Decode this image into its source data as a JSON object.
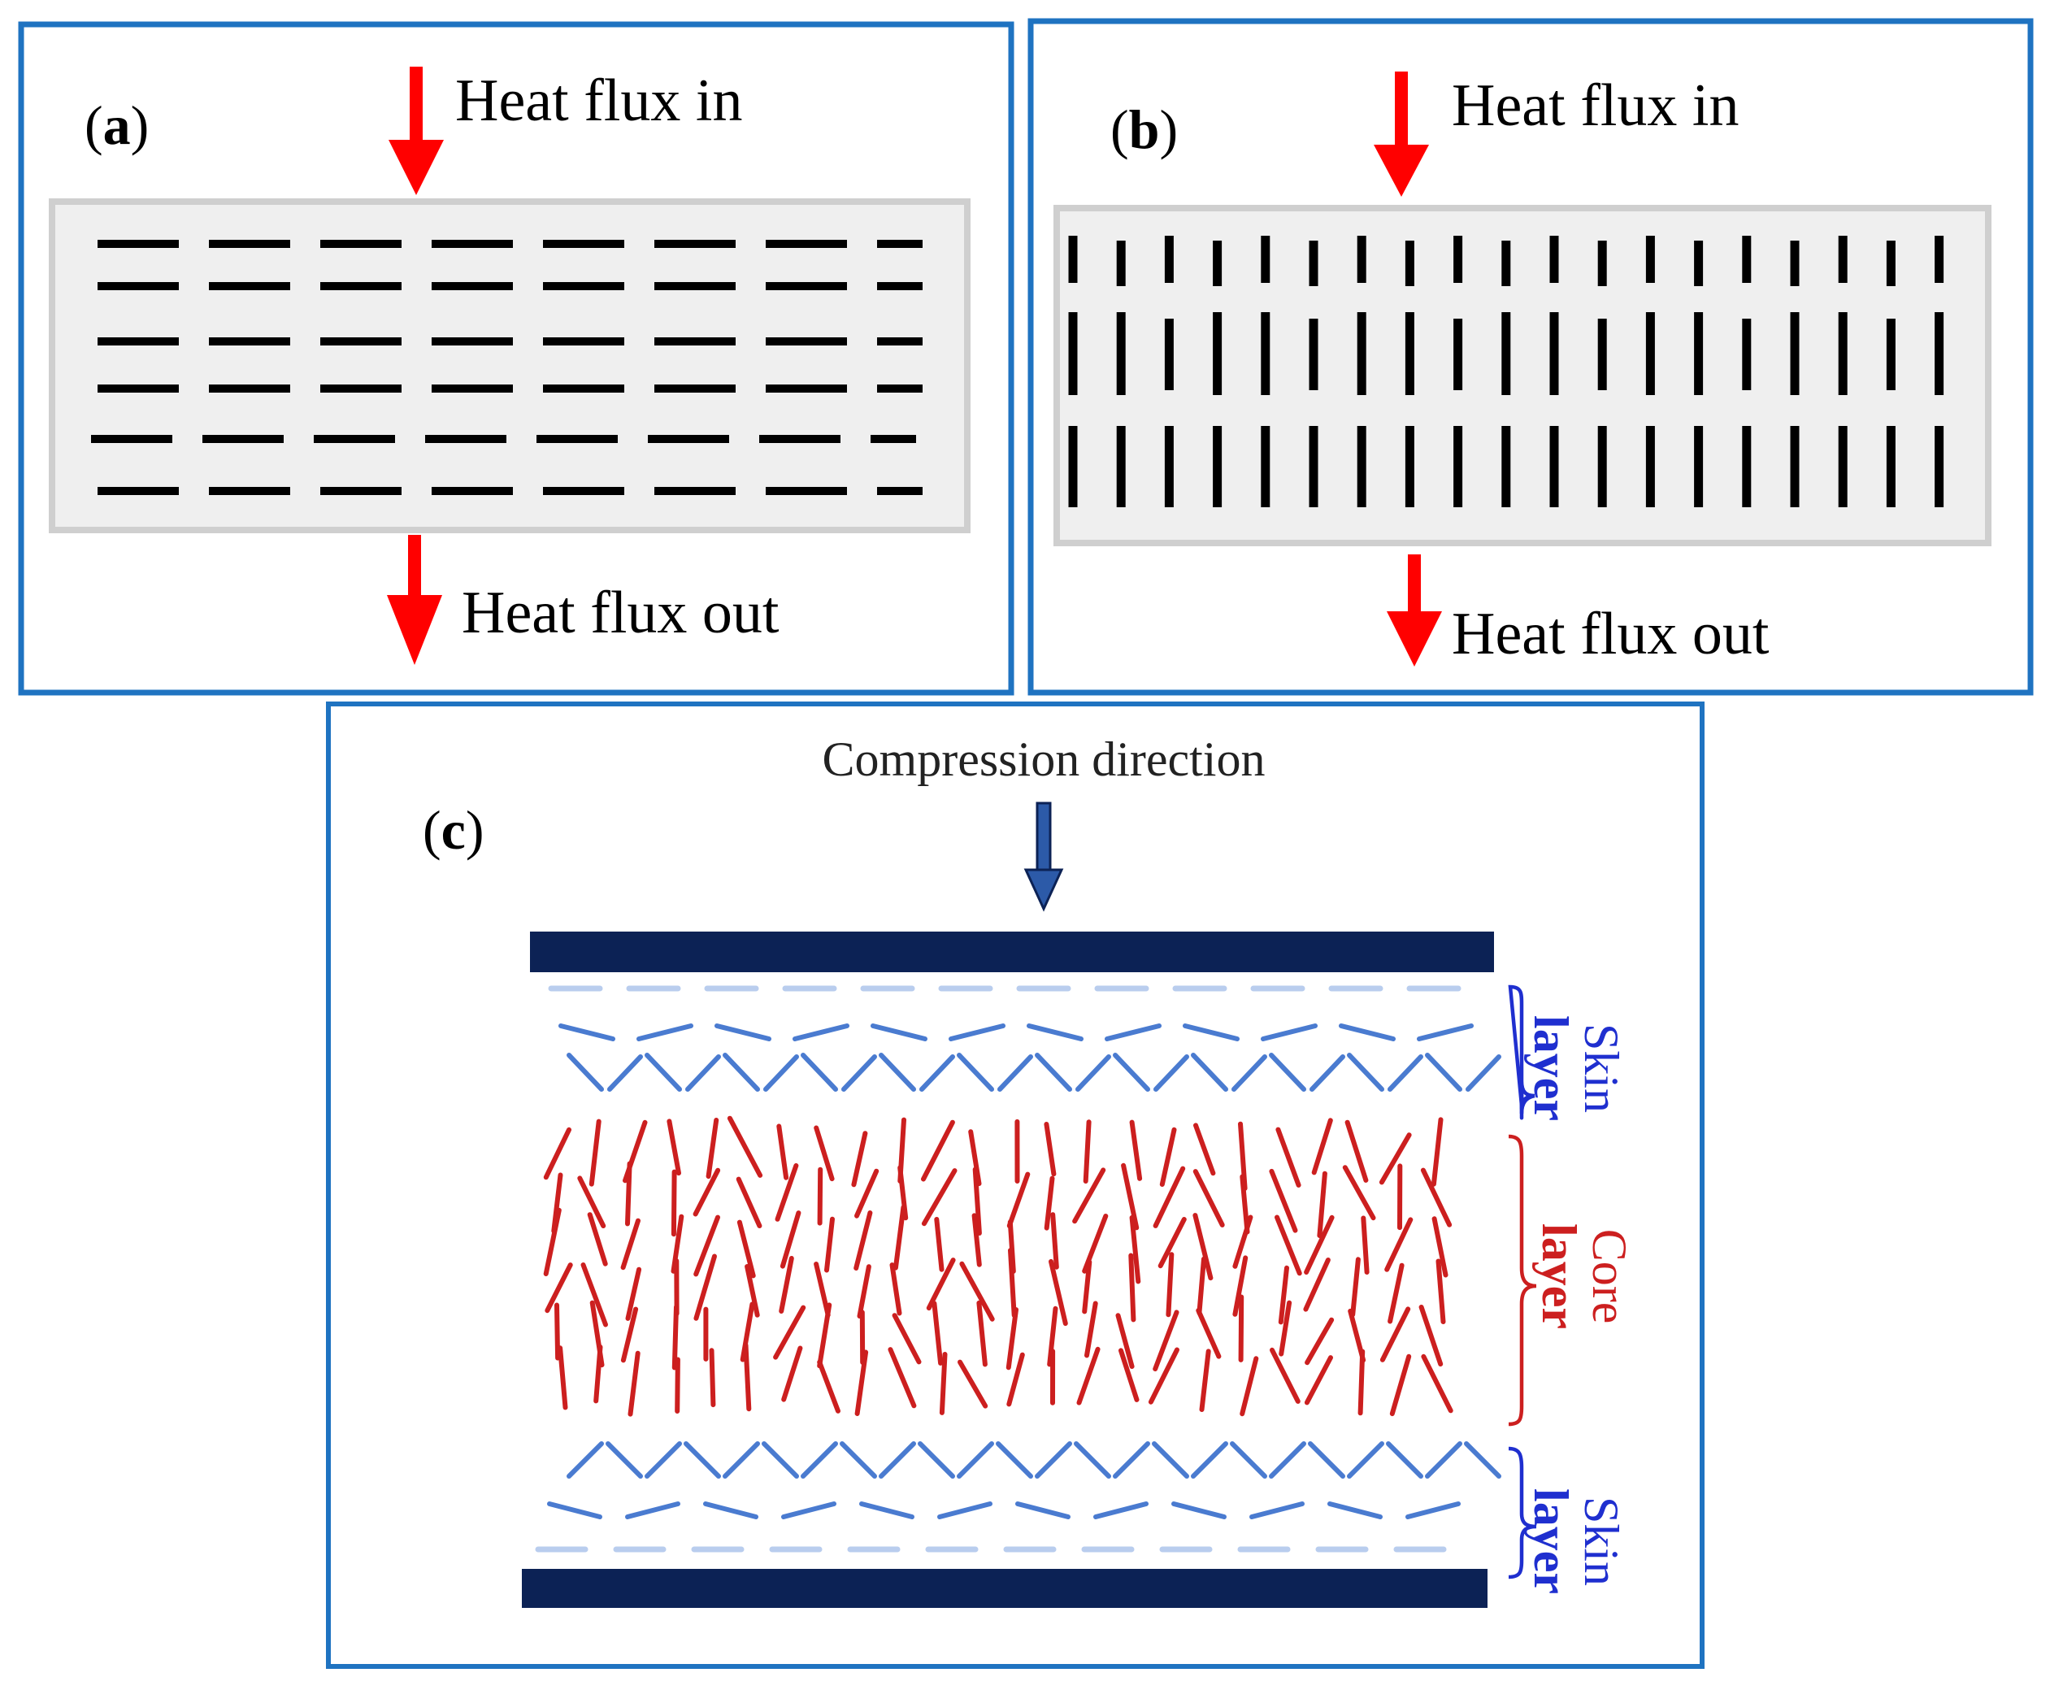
{
  "panel_a": {
    "tag_open": "(",
    "tag_letter": "a",
    "tag_close": ")",
    "label_in": "Heat flux in",
    "label_out": "Heat flux out"
  },
  "panel_b": {
    "tag_open": "(",
    "tag_letter": "b",
    "tag_close": ")",
    "label_in": "Heat flux in",
    "label_out": "Heat flux out"
  },
  "panel_c": {
    "tag_open": "(",
    "tag_letter": "c",
    "tag_close": ")",
    "compression_label": "Compression direction",
    "top_layer": {
      "word1": "Skin",
      "word2": "layer"
    },
    "core_layer": {
      "word1": "Core",
      "word2": "layer"
    },
    "bottom_layer": {
      "word1": "Skin",
      "word2": "layer"
    }
  },
  "colors": {
    "frame": "#1f73c1",
    "arrow": "#ff0000",
    "plate": "#0c2255",
    "skin_flakes": "#4a7bd0",
    "core_flakes": "#cc1f1f",
    "skin_label": "#1f2fcf",
    "core_label": "#cc1f1f",
    "compression_arrow": "#2c5aa8"
  },
  "icons": {
    "heat_in": "red-down-arrow-icon",
    "heat_out": "red-down-arrow-icon",
    "compression": "blue-down-arrow-icon",
    "layer_extent": "curly-brace-icon"
  }
}
